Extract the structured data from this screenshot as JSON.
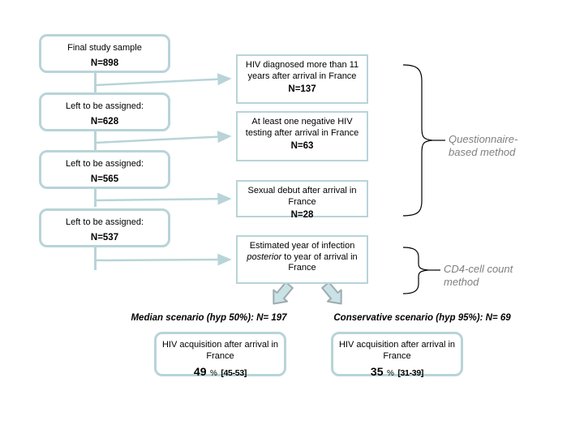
{
  "colors": {
    "box_border": "#b8d4d8",
    "connector": "#b8d4d8",
    "block_arrow_fill": "#c9e2e6",
    "block_arrow_stroke": "#9fabae",
    "brace_stroke": "#000000",
    "method_label_gray": "#7f7f7f",
    "text": "#000000"
  },
  "flow": {
    "left_boxes": [
      {
        "label": "Final study sample",
        "n": "N=898"
      },
      {
        "label": "Left to be assigned:",
        "n": "N=628"
      },
      {
        "label": "Left to be assigned:",
        "n": "N=565"
      },
      {
        "label": "Left to be assigned:",
        "n": "N=537"
      }
    ],
    "middle_boxes": [
      {
        "text": "HIV diagnosed more than 11 years after arrival in France",
        "n": "N=137"
      },
      {
        "text": "At least one negative HIV testing after arrival in France",
        "n": "N=63"
      },
      {
        "text": "Sexual debut after arrival in France",
        "n": "N=28"
      },
      {
        "pre": "Estimated year of infection ",
        "em": "posterior",
        "post": " to year of arrival in France",
        "n": ""
      }
    ]
  },
  "methods": [
    {
      "label": "Questionnaire-based method"
    },
    {
      "label": "CD4-cell count method"
    }
  ],
  "scenarios": [
    {
      "heading": "Median scenario (hyp 50%): N= 197",
      "box_title": "HIV acquisition  after arrival in France",
      "value": "49",
      "unit": "%",
      "range": "[45-53]"
    },
    {
      "heading": "Conservative scenario (hyp 95%): N= 69",
      "box_title": "HIV acquisition  after arrival in France",
      "value": "35",
      "unit": "%",
      "range": "[31-39]"
    }
  ]
}
